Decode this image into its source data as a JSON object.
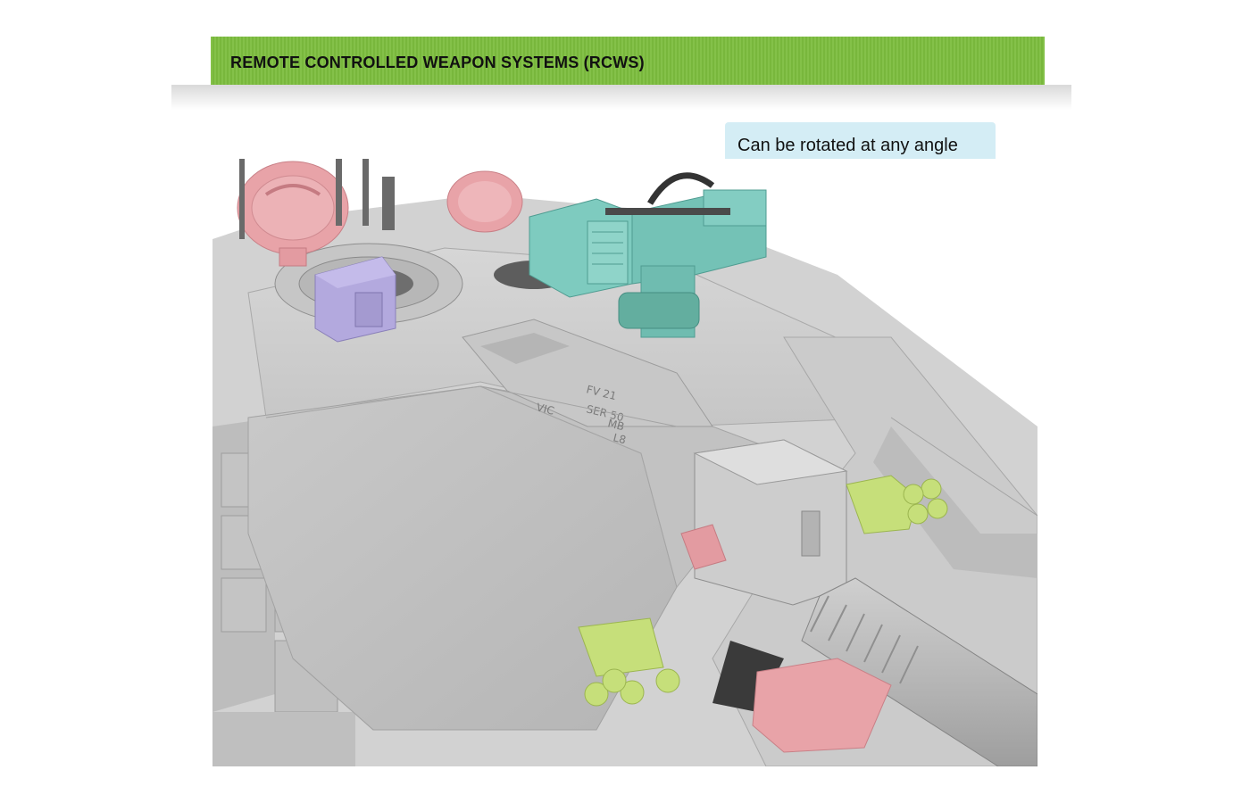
{
  "header": {
    "title": "REMOTE CONTROLLED WEAPON SYSTEMS (RCWS)"
  },
  "callout": {
    "text": "Can be rotated at any angle"
  },
  "render": {
    "markings": [
      "VIC",
      "FV 21",
      "SER 50",
      "MB",
      "L8"
    ]
  },
  "colors": {
    "header_green": "#7cbd3e",
    "callout_bg": "#d4edf5",
    "hull_gray": "#cfcfcf",
    "hatch_pink": "#e8a3a8",
    "rcws_teal": "#7ecbbf",
    "sight_lavender": "#b3a9de",
    "smoke_lime": "#c6df7a"
  }
}
